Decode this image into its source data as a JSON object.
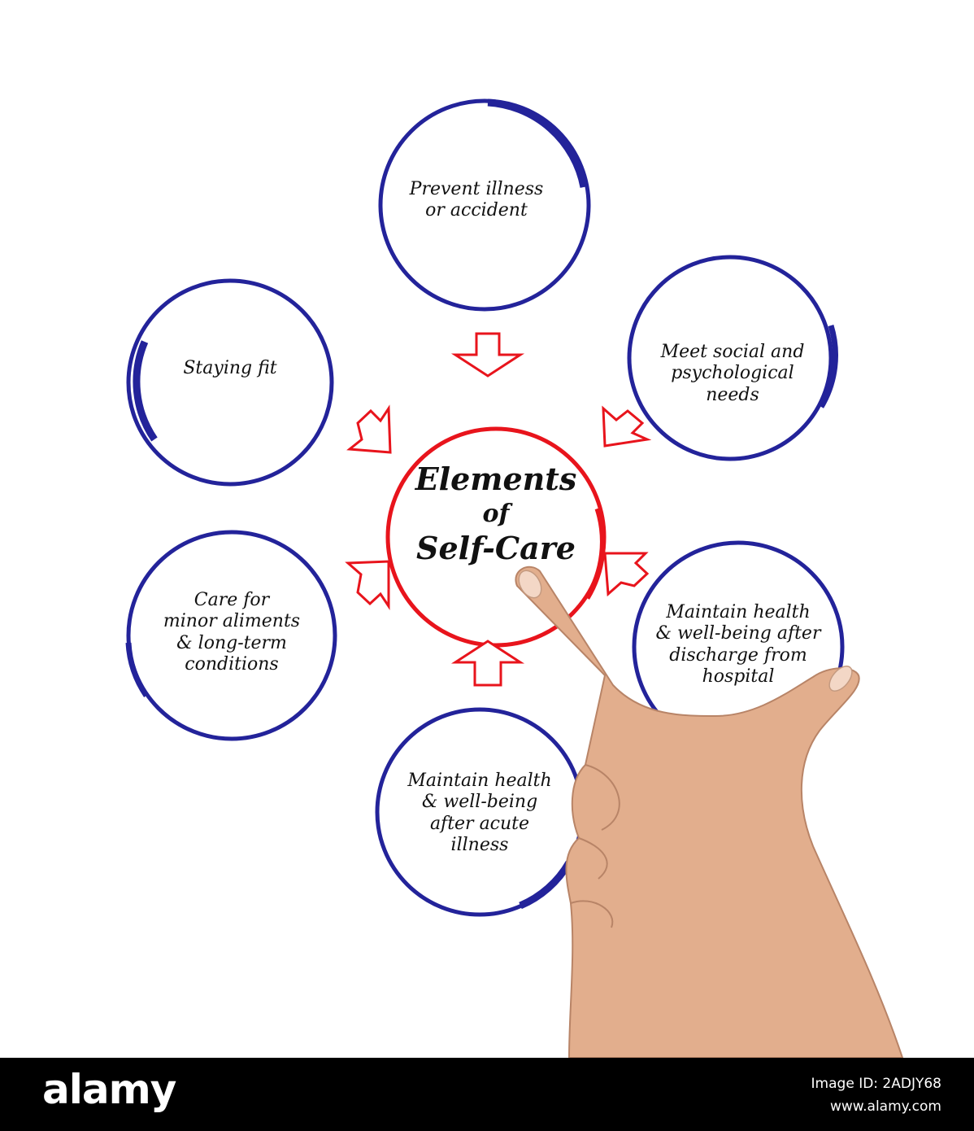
{
  "diagram": {
    "center": {
      "lines": [
        "Elements",
        "of",
        "Self-Care"
      ]
    },
    "nodes": [
      {
        "id": "top",
        "lines": [
          "Prevent illness",
          "or accident"
        ]
      },
      {
        "id": "top-right",
        "lines": [
          "Meet social and",
          "psychological",
          "needs"
        ]
      },
      {
        "id": "bottom-right",
        "lines": [
          "Maintain health",
          "& well-being after",
          "discharge from",
          "hospital"
        ]
      },
      {
        "id": "bottom",
        "lines": [
          "Maintain health",
          "& well-being",
          "after acute",
          "illness"
        ]
      },
      {
        "id": "bottom-left",
        "lines": [
          "Care for",
          "minor aliments",
          "& long-term",
          "conditions"
        ]
      },
      {
        "id": "top-left",
        "lines": [
          "Staying fit"
        ]
      }
    ],
    "colors": {
      "outer_circles": "#23239a",
      "center_circle": "#e8141c",
      "arrows": "#e8141c",
      "hand": "#e2ae8d"
    }
  },
  "watermark": {
    "brand": "alamy",
    "image_id": "Image ID: 2ADJY68",
    "site": "www.alamy.com"
  }
}
